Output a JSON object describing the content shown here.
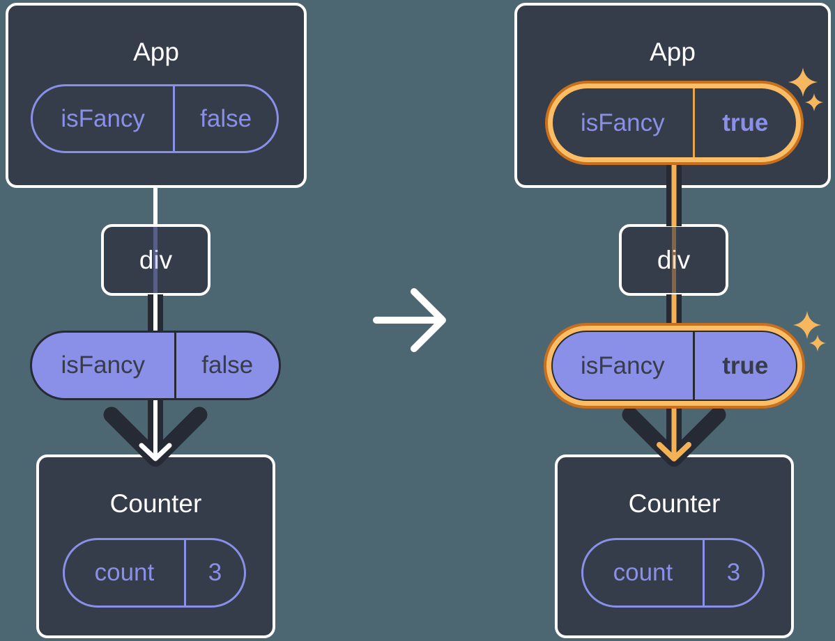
{
  "left_tree": {
    "app": {
      "title": "App",
      "prop_name": "isFancy",
      "prop_value": "false"
    },
    "div": {
      "label": "div"
    },
    "prop_pill": {
      "name": "isFancy",
      "value": "false"
    },
    "counter": {
      "title": "Counter",
      "state_name": "count",
      "state_value": "3"
    }
  },
  "right_tree": {
    "app": {
      "title": "App",
      "prop_name": "isFancy",
      "prop_value": "true"
    },
    "div": {
      "label": "div"
    },
    "prop_pill": {
      "name": "isFancy",
      "value": "true"
    },
    "counter": {
      "title": "Counter",
      "state_name": "count",
      "state_value": "3"
    }
  },
  "icons": {
    "transition_arrow": "right-arrow",
    "sparkle": "four-point-sparkle"
  },
  "colors": {
    "background": "#4D6772",
    "card_fill": "#353C4A",
    "card_border": "#FFFFFF",
    "purple": "#8A90E8",
    "pill_text_dark": "#363C49",
    "line_dark": "#252A35",
    "line_white": "#FFFFFF",
    "highlight_ring_outer": "#C8701E",
    "highlight_ring_inner": "#FBBD66",
    "highlight_line": "#F5B156",
    "sparkle": "#F7B75F"
  }
}
